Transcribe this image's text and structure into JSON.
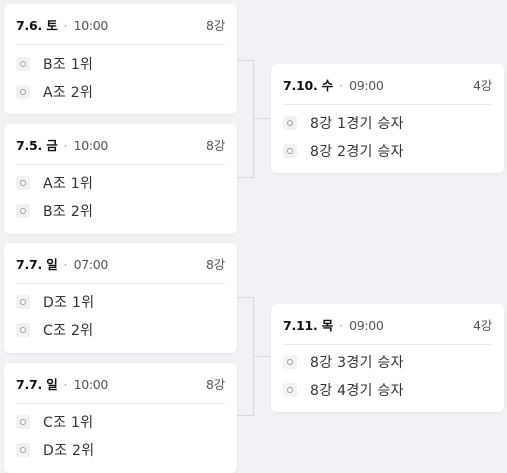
{
  "matches": [
    {
      "date": "7.6. 토",
      "time": "10:00",
      "round": "8강",
      "team1": "B조 1위",
      "team2": "A조 2위"
    },
    {
      "date": "7.5. 금",
      "time": "10:00",
      "round": "8강",
      "team1": "A조 1위",
      "team2": "B조 2위"
    },
    {
      "date": "7.7. 일",
      "time": "07:00",
      "round": "8강",
      "team1": "D조 1위",
      "team2": "C조 2위"
    },
    {
      "date": "7.7. 일",
      "time": "10:00",
      "round": "8강",
      "team1": "C조 1위",
      "team2": "D조 2위"
    },
    {
      "date": "7.10. 수",
      "time": "09:00",
      "round": "4강",
      "team1": "8강 1경기 승자",
      "team2": "8강 2경기 승자"
    },
    {
      "date": "7.11. 목",
      "time": "09:00",
      "round": "4강",
      "team1": "8강 3경기 승자",
      "team2": "8강 4경기 승자"
    }
  ],
  "separator": "·",
  "icons": {
    "team": "soccer-ball-icon"
  },
  "colors": {
    "background": "#f1f2f5",
    "card": "#ffffff",
    "connector": "#d6d8dd"
  }
}
